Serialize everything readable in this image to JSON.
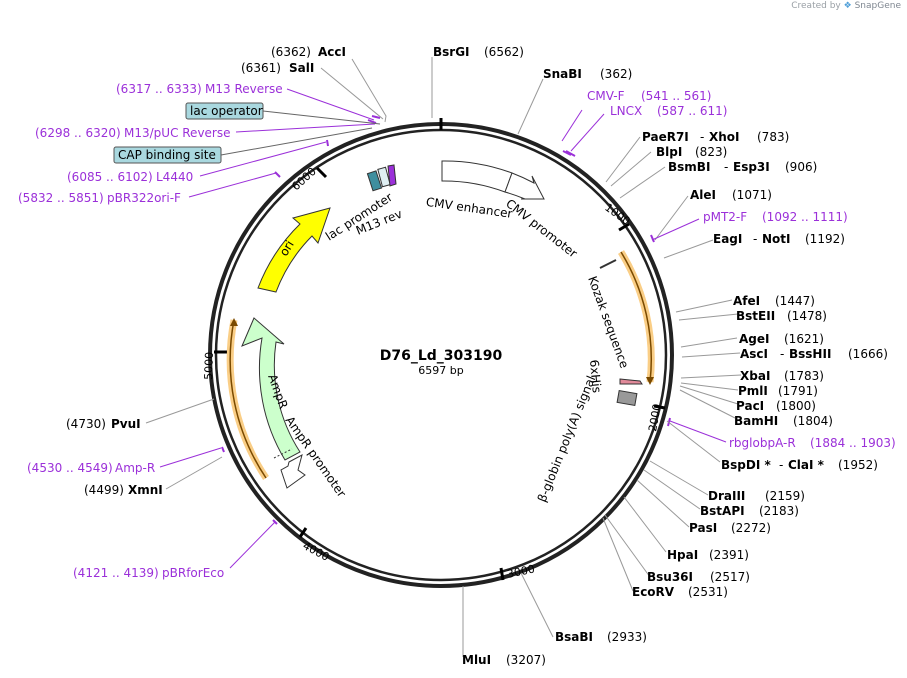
{
  "credit": {
    "prefix": "Created by",
    "brand": "SnapGene"
  },
  "plasmid": {
    "name": "D76_Ld_303190",
    "length": "6597 bp"
  },
  "ticks": [
    "1000",
    "2000",
    "3000",
    "4000",
    "5000",
    "6000"
  ],
  "enzymes": [
    {
      "id": "acci",
      "name": "AccI",
      "pos": "(6362)"
    },
    {
      "id": "sali",
      "name": "SalI",
      "pos": "(6361)"
    },
    {
      "id": "bsrgi",
      "name": "BsrGI",
      "pos": "(6562)"
    },
    {
      "id": "snabi",
      "name": "SnaBI",
      "pos": "(362)"
    },
    {
      "id": "paer7i-xhoi",
      "name": "PaeR7I",
      "name2": "XhoI",
      "pos": "(783)"
    },
    {
      "id": "blpi",
      "name": "BlpI",
      "pos": "(823)"
    },
    {
      "id": "bsmbi-esp3i",
      "name": "BsmBI",
      "name2": "Esp3I",
      "pos": "(906)"
    },
    {
      "id": "alei",
      "name": "AleI",
      "pos": "(1071)"
    },
    {
      "id": "eagi-noti",
      "name": "EagI",
      "name2": "NotI",
      "pos": "(1192)"
    },
    {
      "id": "afei",
      "name": "AfeI",
      "pos": "(1447)"
    },
    {
      "id": "bsteii",
      "name": "BstEII",
      "pos": "(1478)"
    },
    {
      "id": "agei",
      "name": "AgeI",
      "pos": "(1621)"
    },
    {
      "id": "asci-bsshii",
      "name": "AscI",
      "name2": "BssHII",
      "pos": "(1666)"
    },
    {
      "id": "xbai",
      "name": "XbaI",
      "pos": "(1783)"
    },
    {
      "id": "pmli",
      "name": "PmlI",
      "pos": "(1791)"
    },
    {
      "id": "paci",
      "name": "PacI",
      "pos": "(1800)"
    },
    {
      "id": "bamhi",
      "name": "BamHI",
      "pos": "(1804)"
    },
    {
      "id": "bspdi-clai",
      "name": "BspDI *",
      "name2": "ClaI *",
      "pos": "(1952)"
    },
    {
      "id": "draiii",
      "name": "DraIII",
      "pos": "(2159)"
    },
    {
      "id": "bstapi",
      "name": "BstAPI",
      "pos": "(2183)"
    },
    {
      "id": "pasi",
      "name": "PasI",
      "pos": "(2272)"
    },
    {
      "id": "hpai",
      "name": "HpaI",
      "pos": "(2391)"
    },
    {
      "id": "bsu36i",
      "name": "Bsu36I",
      "pos": "(2517)"
    },
    {
      "id": "ecorv",
      "name": "EcoRV",
      "pos": "(2531)"
    },
    {
      "id": "bsabi",
      "name": "BsaBI",
      "pos": "(2933)"
    },
    {
      "id": "mlui",
      "name": "MluI",
      "pos": "(3207)"
    },
    {
      "id": "xmni",
      "name": "XmnI",
      "pos": "(4499)"
    },
    {
      "id": "pvui",
      "name": "PvuI",
      "pos": "(4730)"
    }
  ],
  "primers": [
    {
      "id": "m13-reverse",
      "range": "(6317 .. 6333)",
      "name": "M13 Reverse"
    },
    {
      "id": "m13-puc-reverse",
      "range": "(6298 .. 6320)",
      "name": "M13/pUC Reverse"
    },
    {
      "id": "l4440",
      "range": "(6085 .. 6102)",
      "name": "L4440"
    },
    {
      "id": "pbr322ori-f",
      "range": "(5832 .. 5851)",
      "name": "pBR322ori-F"
    },
    {
      "id": "cmv-f",
      "name": "CMV-F",
      "range": "(541 .. 561)"
    },
    {
      "id": "lncx",
      "name": "LNCX",
      "range": "(587 .. 611)"
    },
    {
      "id": "pmt2-f",
      "name": "pMT2-F",
      "range": "(1092 .. 1111)"
    },
    {
      "id": "rbglobpa-r",
      "name": "rbglobpA-R",
      "range": "(1884 .. 1903)"
    },
    {
      "id": "amp-r",
      "range": "(4530 .. 4549)",
      "name": "Amp-R"
    },
    {
      "id": "pbrforeco",
      "range": "(4121 .. 4139)",
      "name": "pBRforEco"
    }
  ],
  "boxed_features": [
    {
      "id": "lac-operator",
      "label": "lac operator"
    },
    {
      "id": "cap-binding-site",
      "label": "CAP binding site"
    }
  ],
  "features": [
    {
      "id": "cmv-enhancer",
      "label": "CMV enhancer",
      "color": "#ffffff"
    },
    {
      "id": "cmv-promoter",
      "label": "CMV promoter",
      "color": "#ffffff"
    },
    {
      "id": "kozak",
      "label": "Kozak sequence",
      "color": "#ffffff"
    },
    {
      "id": "6xhis",
      "label": "6xHis",
      "color": "#999999"
    },
    {
      "id": "beta-globin",
      "label": "β-globin poly(A) signal",
      "color": "#999999"
    },
    {
      "id": "ampr-promoter",
      "label": "AmpR promoter",
      "color": "#ffffff"
    },
    {
      "id": "ampr",
      "label": "AmpR",
      "color": "#ccffcc"
    },
    {
      "id": "ori",
      "label": "ori",
      "color": "#ffff00"
    },
    {
      "id": "lac-promoter",
      "label": "lac promoter",
      "color": "#ffffff"
    },
    {
      "id": "m13-rev",
      "label": "M13 rev",
      "color": "#9b30d9"
    }
  ]
}
